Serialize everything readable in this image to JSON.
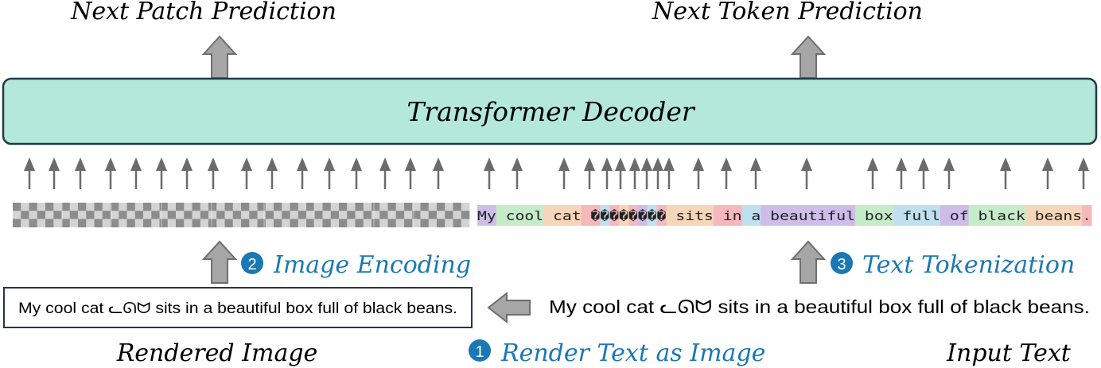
{
  "titles": {
    "left_output": "Next Patch Prediction",
    "right_output": "Next Token Prediction",
    "decoder": "Transformer Decoder"
  },
  "steps": {
    "render": {
      "number": "1",
      "label": "Render Text as Image"
    },
    "image_encoding": {
      "number": "2",
      "label": "Image Encoding"
    },
    "text_tokenization": {
      "number": "3",
      "label": "Text Tokenization"
    }
  },
  "labels": {
    "rendered_image": "Rendered Image",
    "input_text": "Input Text"
  },
  "sentence": {
    "prefix": "My cool cat",
    "emoji": "ᓚᘏᗢ",
    "suffix": "sits in a beautiful box full of black beans."
  },
  "tokens": [
    {
      "text": "My",
      "color": "#cdbde8"
    },
    {
      "text": " cool",
      "color": "#c6ebc9"
    },
    {
      "text": " cat",
      "color": "#f6d6b8"
    },
    {
      "text": " �",
      "color": "#f5b8bd"
    },
    {
      "text": "�",
      "color": "#bfe0ef"
    },
    {
      "text": "�",
      "color": "#f5b8bd"
    },
    {
      "text": "�",
      "color": "#f6d6b8"
    },
    {
      "text": "�",
      "color": "#f5b8bd"
    },
    {
      "text": "�",
      "color": "#cdbde8"
    },
    {
      "text": "�",
      "color": "#bfe0ef"
    },
    {
      "text": "�",
      "color": "#f5b8bd"
    },
    {
      "text": " sits",
      "color": "#f6d6b8"
    },
    {
      "text": " in",
      "color": "#f5b8bd"
    },
    {
      "text": " a",
      "color": "#bfe0ef"
    },
    {
      "text": " beautiful",
      "color": "#cdbde8"
    },
    {
      "text": " box",
      "color": "#c6ebc9"
    },
    {
      "text": " full",
      "color": "#bfe0ef"
    },
    {
      "text": " of",
      "color": "#cdbde8"
    },
    {
      "text": " black",
      "color": "#c6ebc9"
    },
    {
      "text": " beans",
      "color": "#f6d6b8"
    },
    {
      "text": ".",
      "color": "#f5b8bd"
    }
  ],
  "colors": {
    "decoder_fill": "#b3e8da",
    "decoder_stroke": "#23384a",
    "accent_blue": "#1a78b4",
    "arrow_gray": "#a6a6a6",
    "patch_dark": "#8c8c8c",
    "patch_light": "#d4d4d4"
  }
}
